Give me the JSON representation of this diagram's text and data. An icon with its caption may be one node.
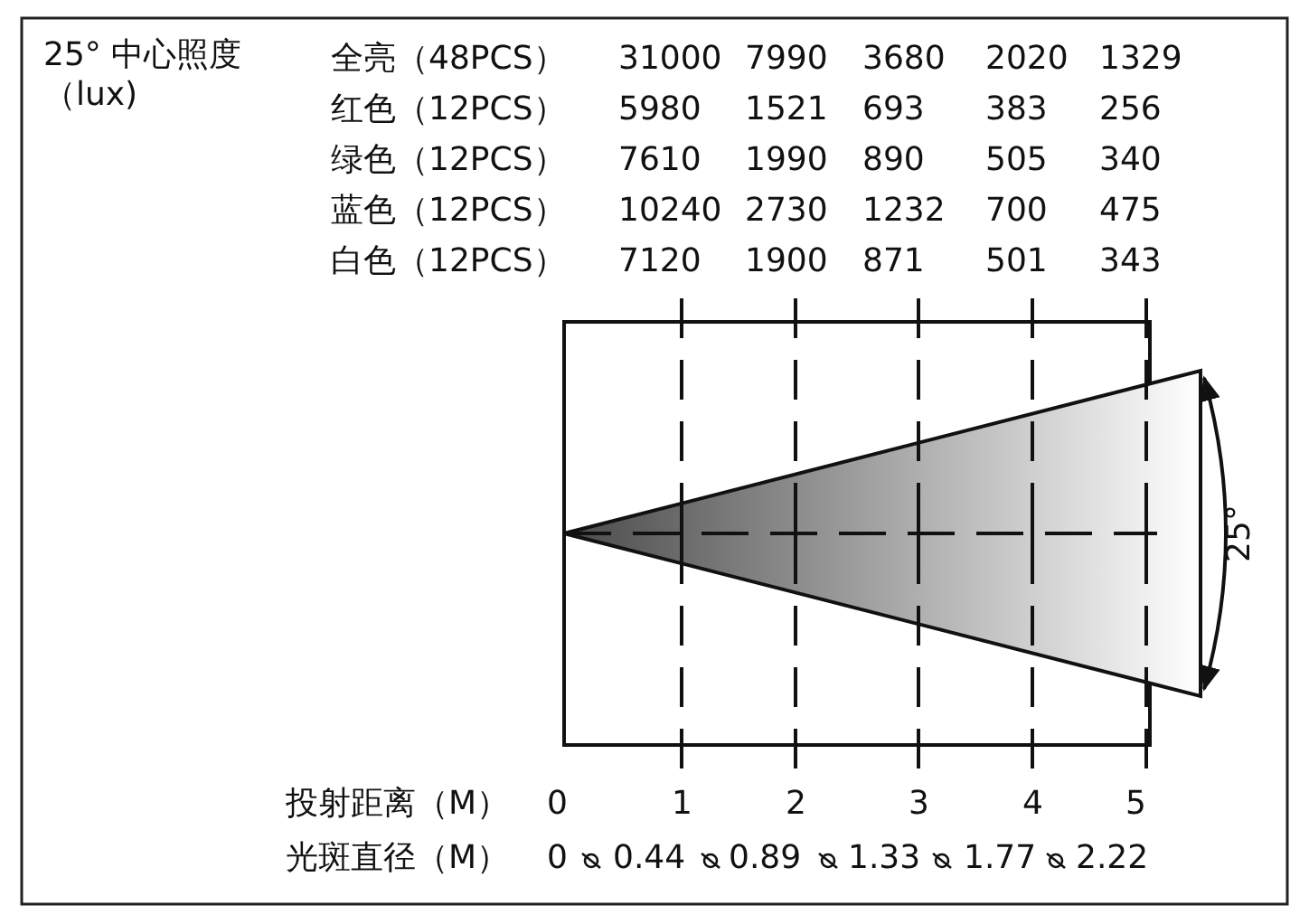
{
  "diagram": {
    "labels": [
      "25° 中心照度（lux)",
      "全亮（48PCS）",
      "31000",
      "7990",
      "3680",
      "2020",
      "1329",
      "红色（12PCS）",
      "5980",
      "1521",
      "693",
      "383",
      "256",
      "绿色（12PCS）",
      "7610",
      "1990",
      "890",
      "505",
      "340",
      "蓝色（12PCS）",
      "10240",
      "2730",
      "1232",
      "700",
      "475",
      "白色（12PCS）",
      "7120",
      "1900",
      "871",
      "501",
      "343",
      "投射距离（M）",
      "0",
      "1",
      "2",
      "3",
      "4",
      "5",
      "光斑直径（M）",
      "0",
      "0.44",
      "0.89",
      "1.33",
      "1.77",
      "2.22",
      "25°"
    ]
  }
}
